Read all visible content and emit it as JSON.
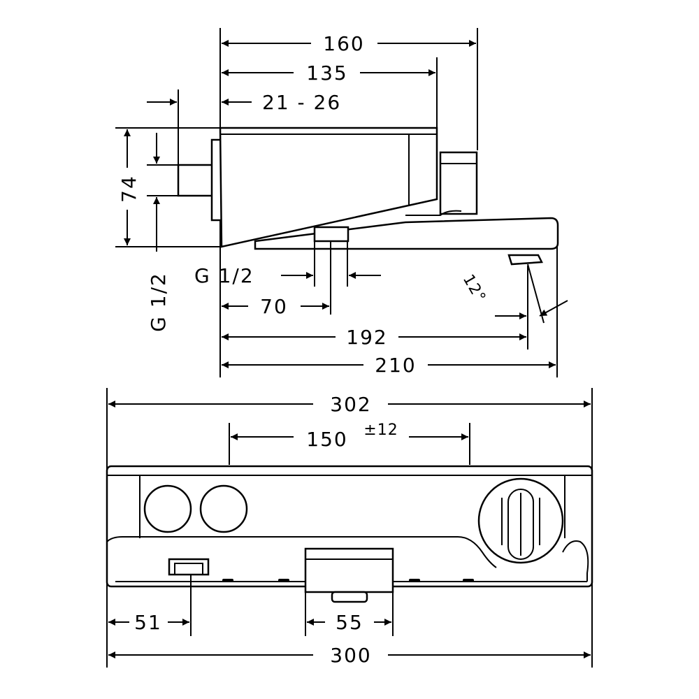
{
  "side_view": {
    "dim_160": "160",
    "dim_135": "135",
    "dim_21_26": "21 - 26",
    "dim_74": "74",
    "thread_side": "G 1/2",
    "thread_bottom": "G 1/2",
    "dim_70": "70",
    "dim_192": "192",
    "dim_210": "210",
    "angle": "12°"
  },
  "front_view": {
    "dim_302": "302",
    "dim_150": "150",
    "tolerance": "±12",
    "dim_51": "51",
    "dim_55": "55",
    "dim_300": "300"
  }
}
